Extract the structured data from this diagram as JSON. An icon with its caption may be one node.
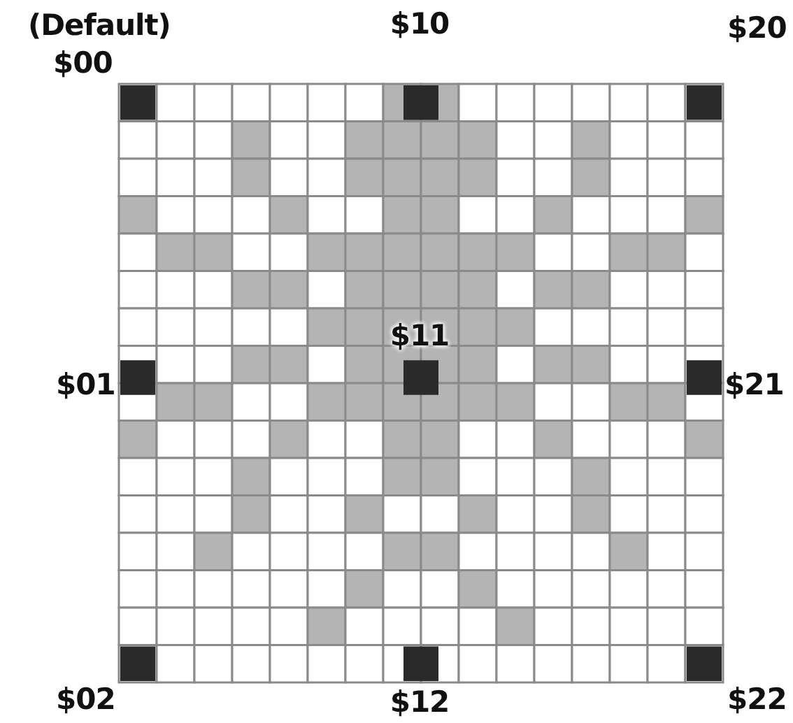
{
  "diagram": {
    "labels": [
      "(Default)",
      "$00",
      "$10",
      "$20",
      "$11",
      "$01",
      "$21",
      "$02",
      "$12",
      "$22"
    ]
  }
}
